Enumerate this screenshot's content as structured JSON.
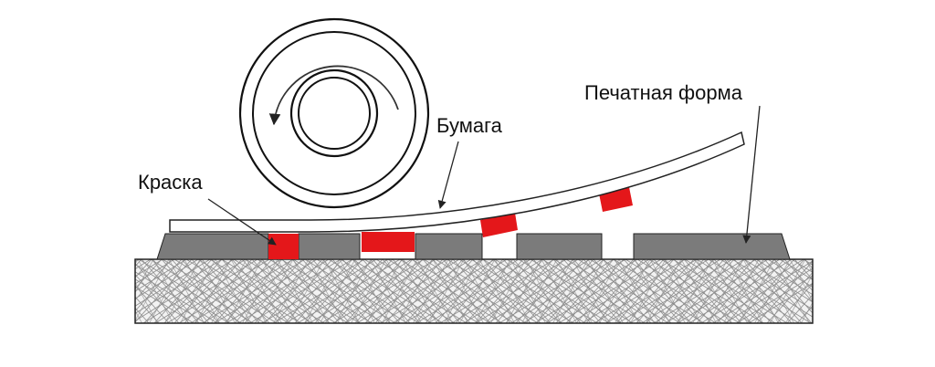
{
  "labels": {
    "paper": "Бумага",
    "plate": "Печатная форма",
    "ink": "Краска"
  },
  "colors": {
    "ink": "#e4171a",
    "plate": "#7b7b7b",
    "outline": "#222222",
    "hatch": "#8e8e8e",
    "base_fill": "#f2f2f2"
  },
  "icons": {
    "rotation": "counterclockwise-arrow-icon"
  }
}
